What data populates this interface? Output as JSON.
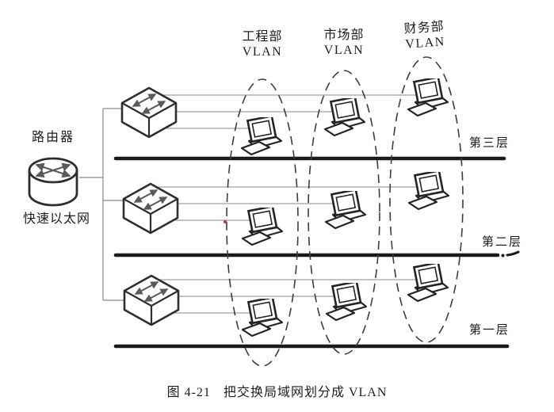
{
  "figure": {
    "caption": {
      "figure_no": "图 4-21",
      "text": "把交换局域网划分成 VLAN"
    },
    "router": {
      "label": "路由器",
      "network_label": "快速以太网"
    },
    "vlan_groups": [
      {
        "name": "工程部",
        "type_label": "VLAN"
      },
      {
        "name": "市场部",
        "type_label": "VLAN"
      },
      {
        "name": "财务部",
        "type_label": "VLAN"
      }
    ],
    "floors": [
      {
        "label": "第三层"
      },
      {
        "label": "第二层"
      },
      {
        "label": "第一层"
      }
    ],
    "structure": {
      "switch_count": 3,
      "computer_rows": 3,
      "computers_per_row": 3
    },
    "icons": {
      "router": "router-cylinder-icon",
      "switch": "ethernet-switch-icon",
      "computer": "desktop-computer-icon"
    },
    "colors": {
      "ink": "#1d1d1d",
      "thin_line": "#8a8a8a",
      "floor_line": "#1a1a1a",
      "dash_ellipse": "#3d3d3d",
      "artifact_red": "#c43a3a",
      "background": "#ffffff"
    }
  }
}
